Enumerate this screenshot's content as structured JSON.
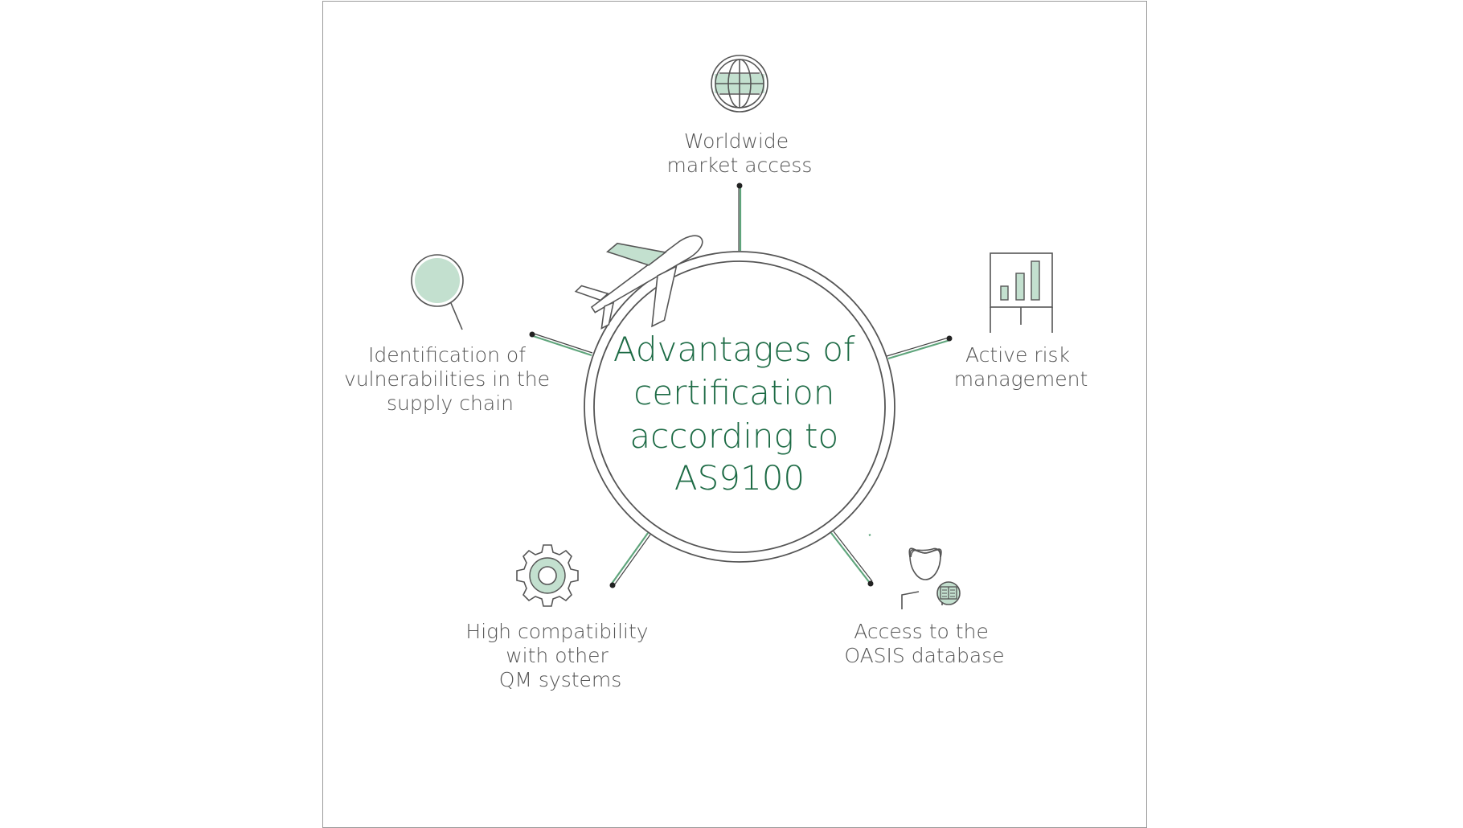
{
  "title": {
    "lines": [
      "Advantages of",
      "certification",
      "according to",
      "AS9100"
    ]
  },
  "advantages": [
    {
      "id": "worldwide",
      "icon": "globe-icon",
      "lines": [
        "Worldwide",
        "market access"
      ]
    },
    {
      "id": "risk",
      "icon": "bar-chart-board-icon",
      "lines": [
        "Active risk",
        "management"
      ]
    },
    {
      "id": "oasis",
      "icon": "user-database-icon",
      "lines": [
        "Access to the",
        "OASIS database"
      ]
    },
    {
      "id": "compat",
      "icon": "gear-icon",
      "lines": [
        "High compatibility",
        "with other",
        "QM systems"
      ]
    },
    {
      "id": "vuln",
      "icon": "magnifier-icon",
      "lines": [
        "Identification of",
        "vulnerabilities in the",
        "supply chain"
      ]
    }
  ],
  "decoration": {
    "airplane": "airplane-icon"
  },
  "colors": {
    "title": "#1d6b45",
    "text": "#555555",
    "accent_fill": "#c3e0cf",
    "accent_line": "#5fa57c"
  }
}
